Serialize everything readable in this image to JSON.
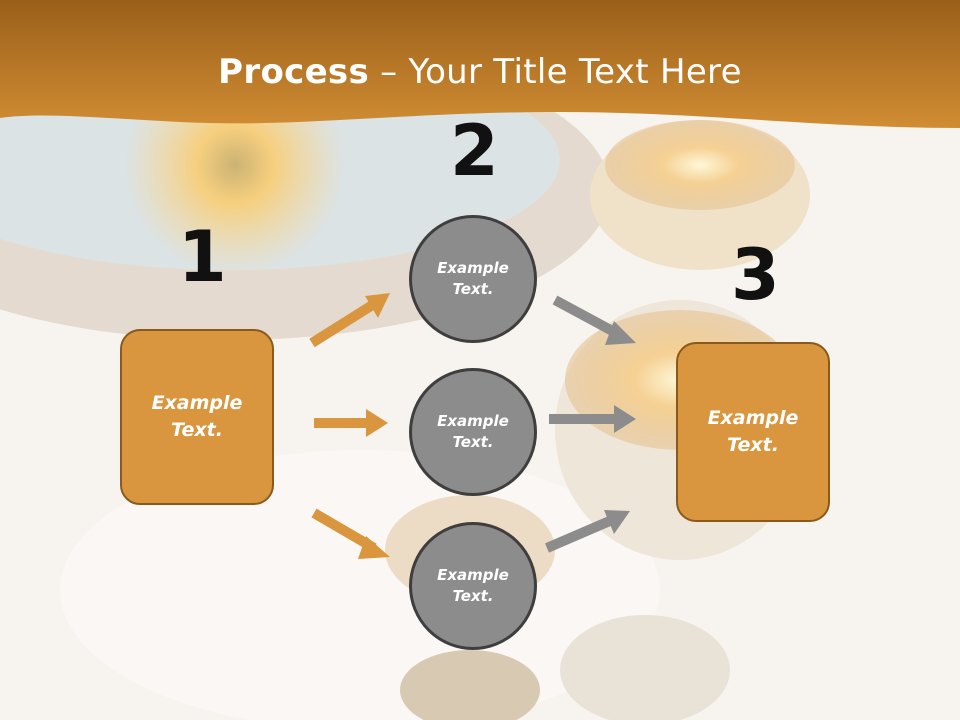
{
  "title": {
    "bold": "Process",
    "rest": " – Your Title Text Here"
  },
  "steps": [
    {
      "number": "1",
      "line1": "Example",
      "line2": "Text."
    },
    {
      "number": "2"
    },
    {
      "number": "3",
      "line1": "Example",
      "line2": "Text."
    }
  ],
  "circles": [
    {
      "line1": "Example",
      "line2": "Text."
    },
    {
      "line1": "Example",
      "line2": "Text."
    },
    {
      "line1": "Example",
      "line2": "Text."
    }
  ],
  "colors": {
    "header": "#c8862e",
    "box_fill": "#d9963e",
    "circle_fill": "#8c8c8c",
    "orange_arrow": "#d9963e",
    "gray_arrow": "#8c8c8c"
  }
}
